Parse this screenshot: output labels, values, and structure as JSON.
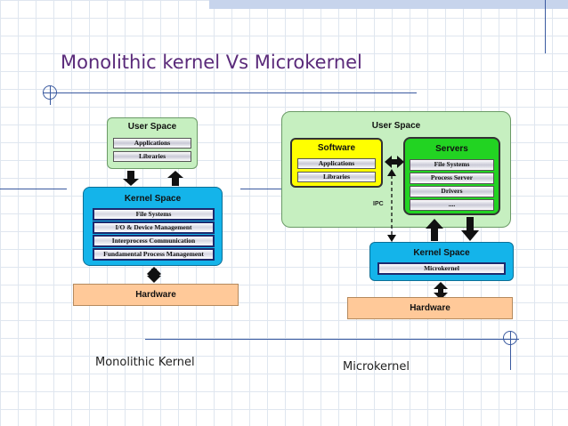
{
  "title": "Monolithic kernel Vs Microkernel",
  "monolithic": {
    "caption": "Monolithic Kernel",
    "user_space": {
      "label": "User Space",
      "items": [
        "Applications",
        "Libraries"
      ]
    },
    "kernel_space": {
      "label": "Kernel Space",
      "items": [
        "File Systems",
        "I/O & Device Management",
        "Interprocess Communication",
        "Fundamental Process Management"
      ]
    },
    "hardware": "Hardware"
  },
  "microkernel": {
    "caption": "Microkernel",
    "user_space": "User Space",
    "software": {
      "label": "Software",
      "items": [
        "Applications",
        "Libraries"
      ]
    },
    "servers": {
      "label": "Servers",
      "items": [
        "File Systems",
        "Process Server",
        "Drivers",
        "...."
      ]
    },
    "ipc": "IPC",
    "kernel_space": {
      "label": "Kernel Space",
      "items": [
        "Microkernel"
      ]
    },
    "hardware": "Hardware"
  },
  "colors": {
    "user_space_green": "#c6efc0",
    "kernel_blue": "#14b4ea",
    "hardware_orange": "#ffc999",
    "software_yellow": "#ffff00",
    "servers_green": "#22d322",
    "title_purple": "#5a2a7a"
  }
}
